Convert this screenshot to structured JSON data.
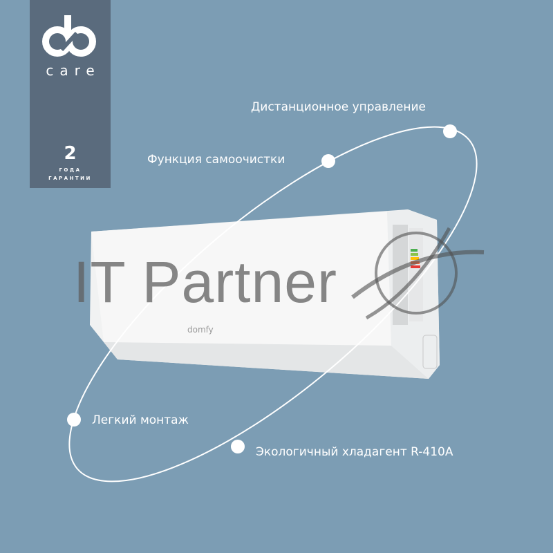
{
  "logo": {
    "brand_text": "care"
  },
  "warranty": {
    "number": "2",
    "line1": "ГОДА",
    "line2": "ГАРАНТИИ"
  },
  "features": [
    "Дистанционное управление",
    "Функция самоочистки",
    "Легкий монтаж",
    "Экологичный хладагент R-410A"
  ],
  "product": {
    "brand": "domfy"
  },
  "watermark": "IT Partner",
  "colors": {
    "background": "#7c9db4",
    "panel": "#5a6b7d",
    "accent": "#ffffff"
  }
}
